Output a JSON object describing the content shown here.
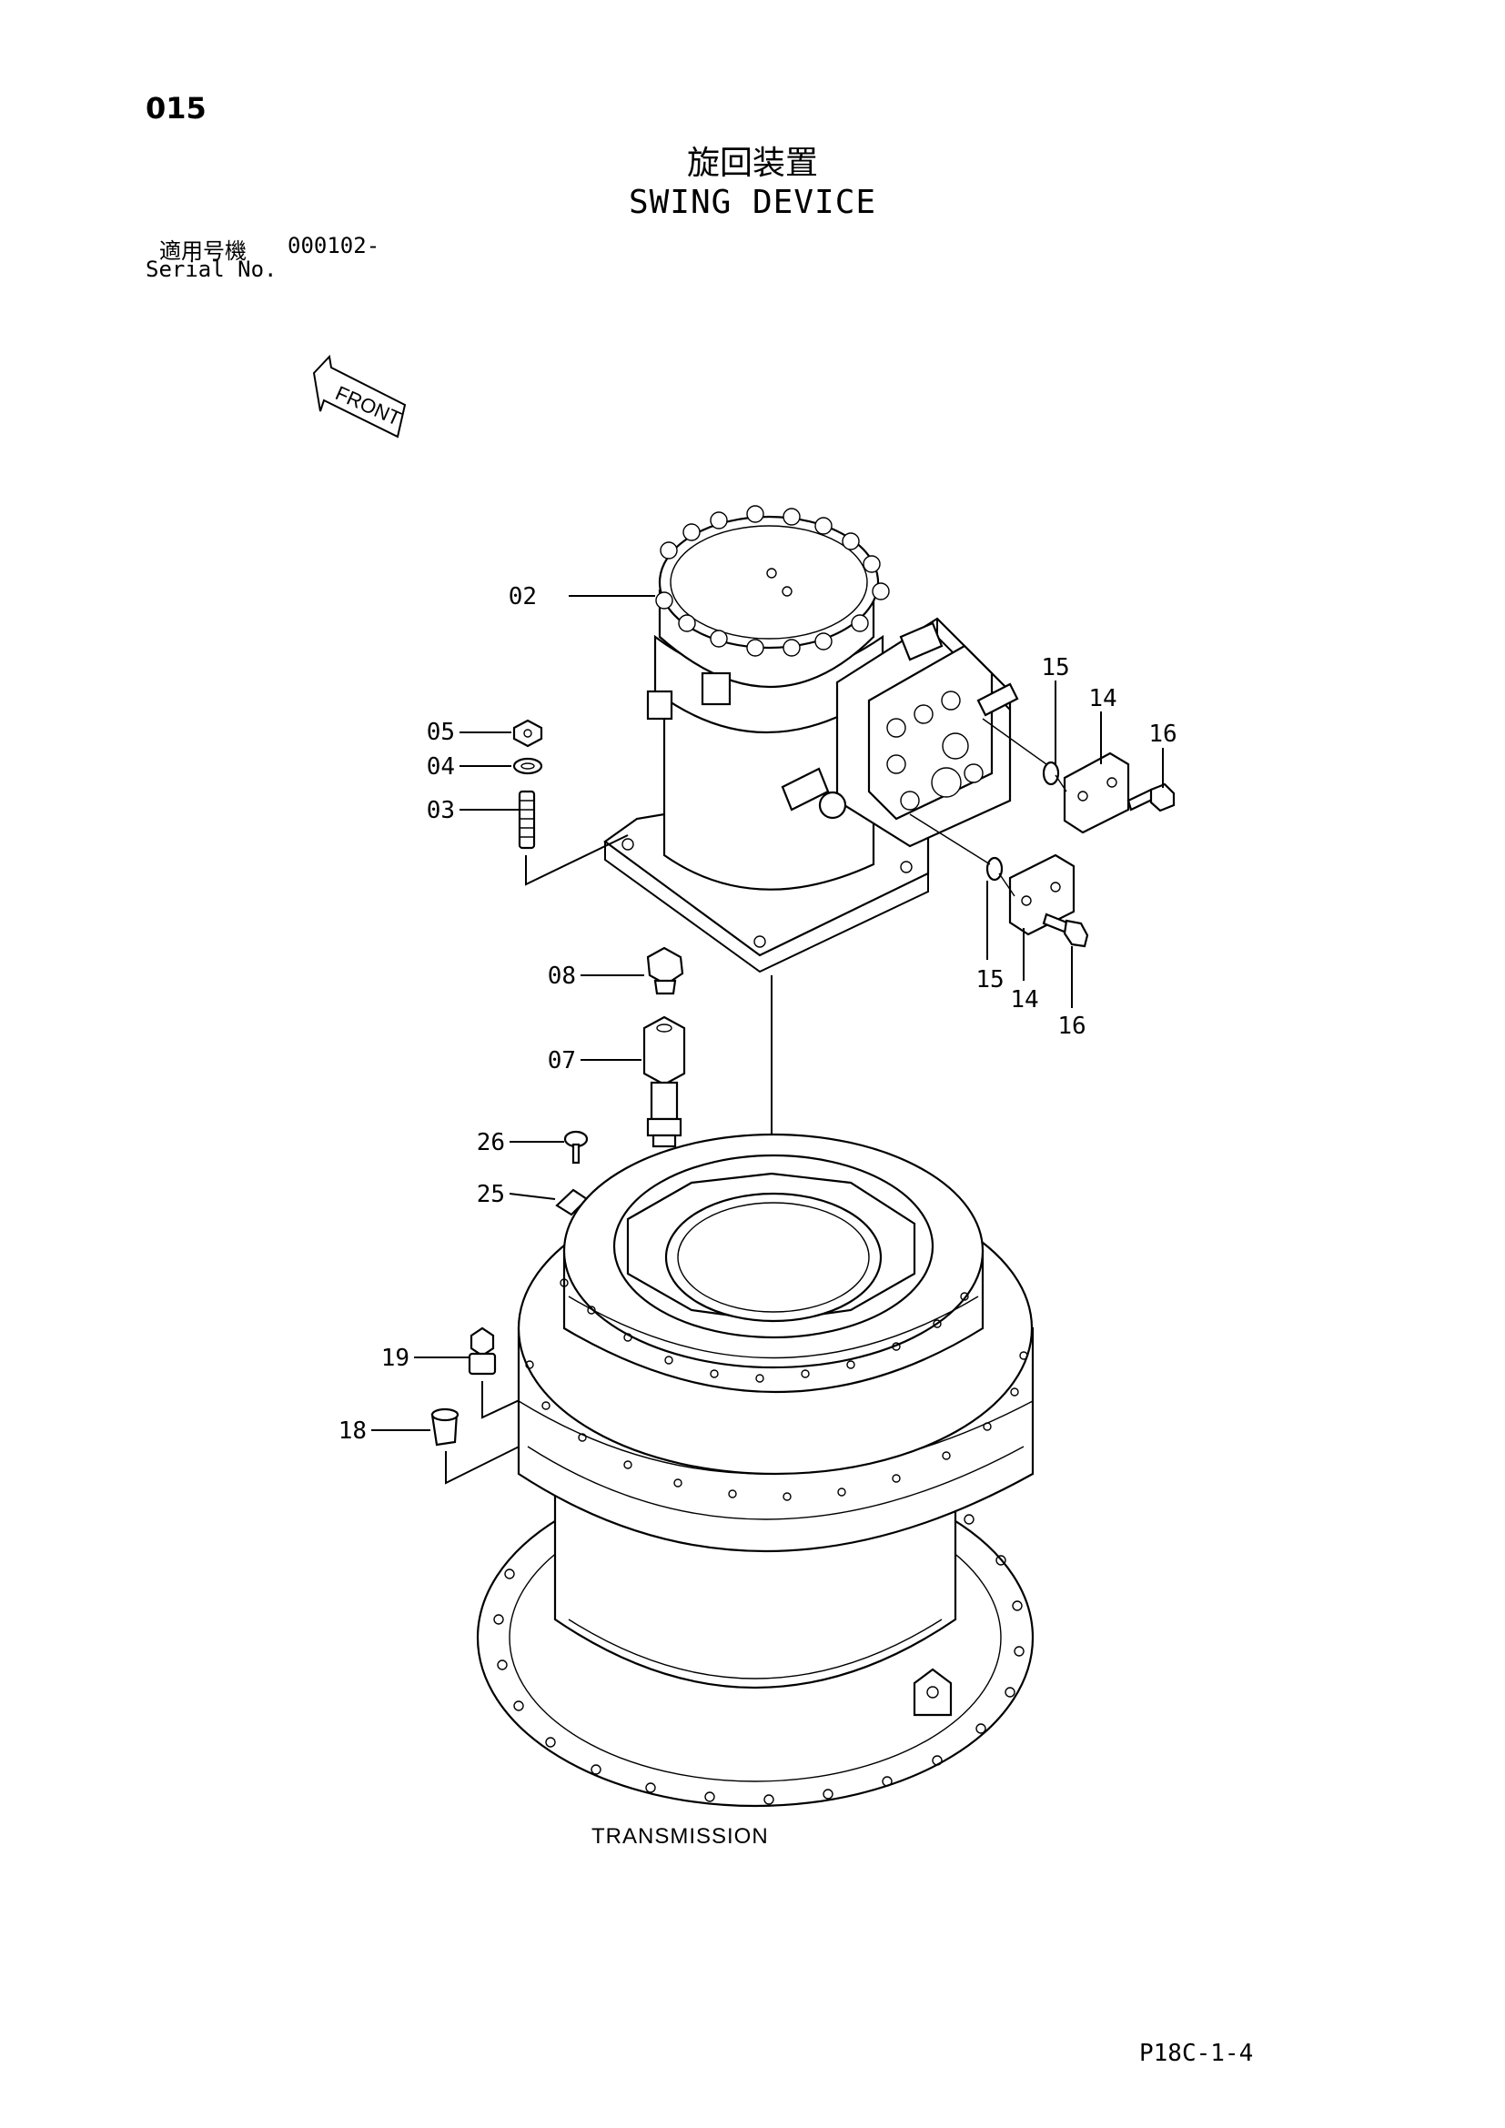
{
  "header": {
    "page_number": "015",
    "title_jp": "旋回装置",
    "title_en": "SWING DEVICE",
    "serial_label_jp": "適用号機",
    "serial_value": "000102-",
    "serial_label_en": "Serial No."
  },
  "front_arrow": {
    "label": "FRONT"
  },
  "callouts": [
    "02",
    "05",
    "04",
    "03",
    "08",
    "07",
    "26",
    "25",
    "19",
    "18",
    "15",
    "14",
    "16",
    "15",
    "14",
    "16"
  ],
  "assembly_label": "TRANSMISSION",
  "footer": {
    "drawing_code": "P18C-1-4"
  }
}
